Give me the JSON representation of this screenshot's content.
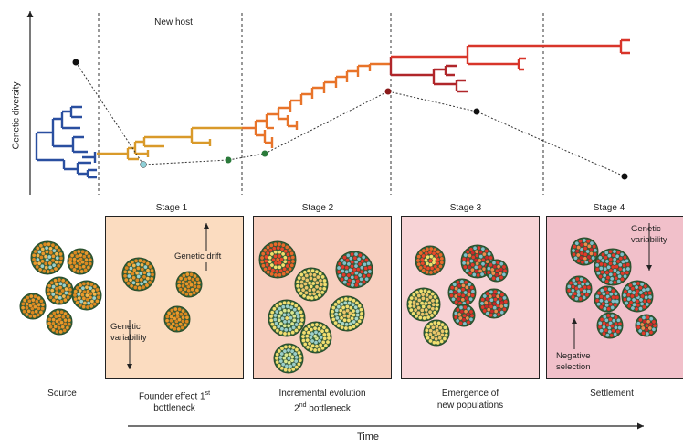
{
  "y_axis_label": "Genetic diversity",
  "new_host_label": "New host",
  "stages": [
    "Stage 1",
    "Stage 2",
    "Stage 3",
    "Stage 4"
  ],
  "panel_texts": {
    "genetic_drift": "Genetic drift",
    "genetic_variability_1": "Genetic variability",
    "genetic_variability_4": "Genetic variability",
    "negative_selection": "Negative selection"
  },
  "captions": {
    "source": "Source",
    "stage1": {
      "line1": "Founder effect 1",
      "sup": "st",
      "line2": "bottleneck"
    },
    "stage2": {
      "line1": "Incremental evolution",
      "sup": "nd",
      "line2_tail": " bottleneck",
      "line2_head": "2"
    },
    "stage3": {
      "line1": "Emergence of",
      "line2": "new populations"
    },
    "stage4": "Settlement"
  },
  "time_label": "Time",
  "colors": {
    "source_tree": "#2a4fa0",
    "stage1_tree": "#d99a2a",
    "stage2_tree": "#e8742a",
    "stage3_tree": "#b0262a",
    "stage4_tree": "#d8352a",
    "panel1_bg": "#fbdcc0",
    "panel2_bg": "#f7cfbf",
    "panel3_bg": "#f7d3d6",
    "panel4_bg": "#f1c0ca"
  }
}
